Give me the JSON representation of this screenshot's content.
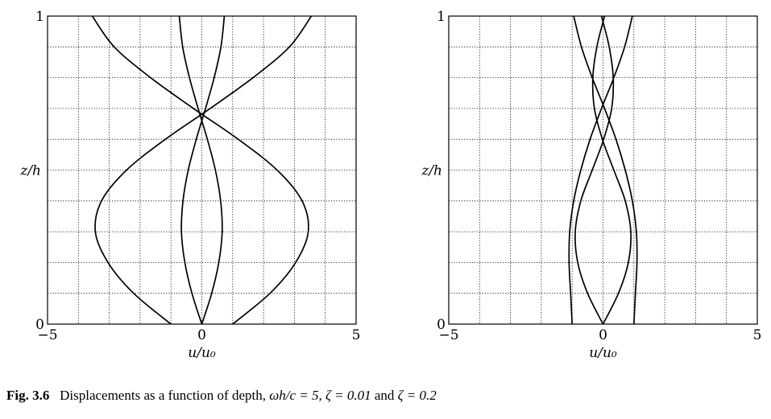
{
  "chart_data": [
    {
      "type": "line",
      "title": "",
      "xlabel": "u/u₀",
      "ylabel": "z/h",
      "xlim": [
        -5,
        5
      ],
      "ylim": [
        0,
        1
      ],
      "xticks": [
        "−5",
        "0",
        "5"
      ],
      "yticks": [
        "0",
        "1"
      ],
      "grid": true,
      "series": [
        {
          "z": [
            0,
            0.1,
            0.2,
            0.3,
            0.4,
            0.5,
            0.6,
            0.7,
            0.8,
            0.9,
            1
          ],
          "values": [
            -1.0,
            -2.21,
            -3.04,
            -3.45,
            -3.25,
            -2.44,
            -1.18,
            0.27,
            1.66,
            2.84,
            3.55
          ]
        },
        {
          "z": [
            0,
            0.1,
            0.2,
            0.3,
            0.4,
            0.5,
            0.6,
            0.7,
            0.8,
            0.9,
            1
          ],
          "values": [
            1.0,
            2.21,
            3.04,
            3.45,
            3.25,
            2.44,
            1.18,
            -0.27,
            -1.66,
            -2.84,
            -3.55
          ]
        },
        {
          "z": [
            0,
            0.1,
            0.2,
            0.3,
            0.4,
            0.5,
            0.6,
            0.7,
            0.8,
            0.9,
            1
          ],
          "values": [
            0,
            -0.32,
            -0.55,
            -0.66,
            -0.61,
            -0.44,
            -0.18,
            0.12,
            0.4,
            0.62,
            0.73
          ]
        },
        {
          "z": [
            0,
            0.1,
            0.2,
            0.3,
            0.4,
            0.5,
            0.6,
            0.7,
            0.8,
            0.9,
            1
          ],
          "values": [
            0,
            0.32,
            0.55,
            0.66,
            0.61,
            0.44,
            0.18,
            -0.12,
            -0.4,
            -0.62,
            -0.73
          ]
        }
      ]
    },
    {
      "type": "line",
      "title": "",
      "xlabel": "u/u₀",
      "ylabel": "z/h",
      "xlim": [
        -5,
        5
      ],
      "ylim": [
        0,
        1
      ],
      "xticks": [
        "−5",
        "0",
        "5"
      ],
      "yticks": [
        "0",
        "1"
      ],
      "grid": true,
      "series": [
        {
          "z": [
            0,
            0.1,
            0.2,
            0.3,
            0.4,
            0.5,
            0.6,
            0.7,
            0.8,
            0.9,
            1
          ],
          "values": [
            -1.0,
            -1.05,
            -1.1,
            -1.08,
            -0.95,
            -0.72,
            -0.42,
            -0.05,
            0.35,
            0.7,
            0.95
          ]
        },
        {
          "z": [
            0,
            0.1,
            0.2,
            0.3,
            0.4,
            0.5,
            0.6,
            0.7,
            0.8,
            0.9,
            1
          ],
          "values": [
            1.0,
            1.05,
            1.1,
            1.08,
            0.95,
            0.72,
            0.42,
            0.05,
            -0.35,
            -0.7,
            -0.95
          ]
        },
        {
          "z": [
            0,
            0.1,
            0.2,
            0.3,
            0.4,
            0.5,
            0.6,
            0.7,
            0.8,
            0.9,
            1
          ],
          "values": [
            0,
            -0.5,
            -0.82,
            -0.9,
            -0.72,
            -0.35,
            0.02,
            0.28,
            0.33,
            0.2,
            -0.05
          ]
        },
        {
          "z": [
            0,
            0.1,
            0.2,
            0.3,
            0.4,
            0.5,
            0.6,
            0.7,
            0.8,
            0.9,
            1
          ],
          "values": [
            0,
            0.5,
            0.82,
            0.9,
            0.72,
            0.35,
            -0.02,
            -0.28,
            -0.33,
            -0.2,
            0.05
          ]
        }
      ]
    }
  ],
  "caption": {
    "figure_label": "Fig. 3.6",
    "text": "Displacements as a function of depth,",
    "param1": "ωh/c = 5,",
    "param2": "ζ = 0.01",
    "connector": "and",
    "param3": "ζ = 0.2"
  }
}
